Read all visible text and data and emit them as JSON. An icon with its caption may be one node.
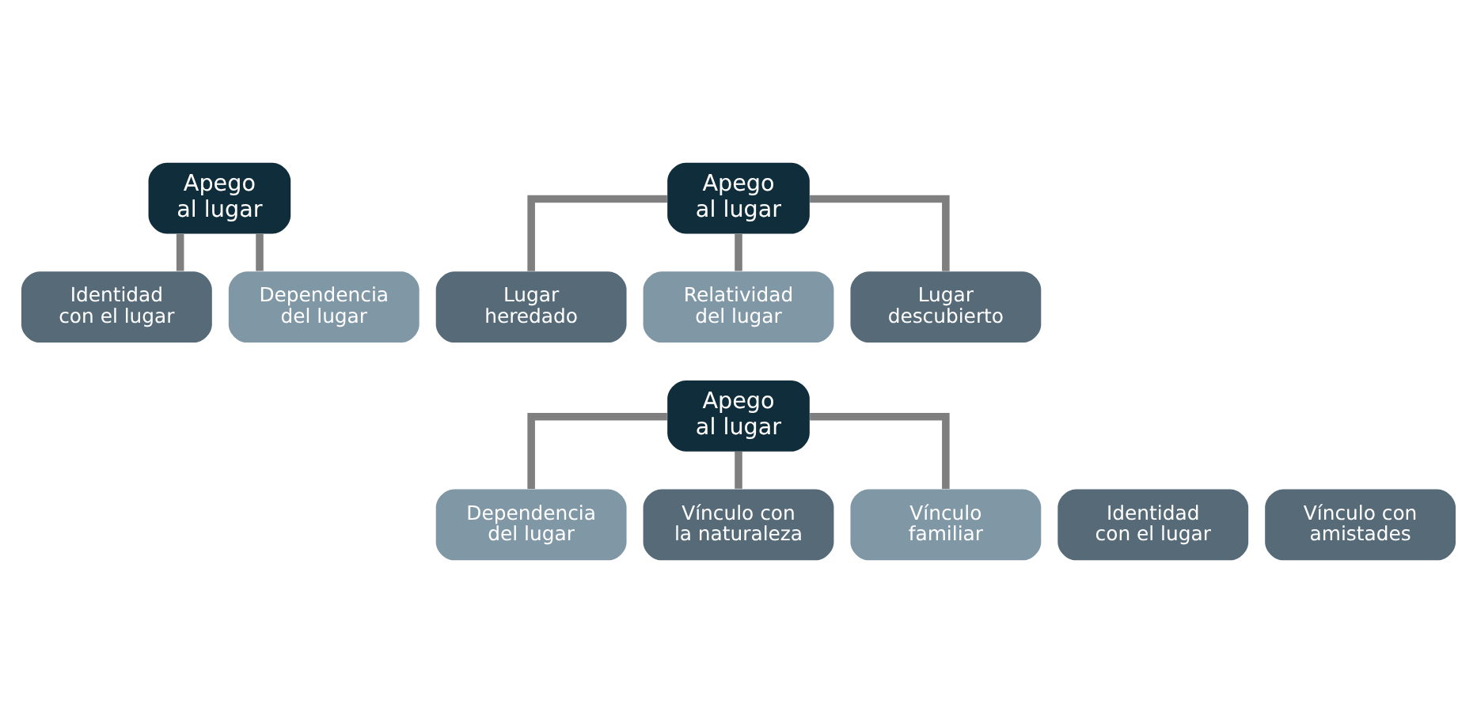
{
  "diagram": {
    "nodes": [
      {
        "text": [
          "Apego al lugar"
        ]
      },
      {
        "text": [
          "Identidad con el lugar"
        ]
      },
      {
        "text": [
          "Dependencia del lugar"
        ]
      },
      {
        "text": [
          "Apego al lugar"
        ]
      },
      {
        "text": [
          "Lugar heredado"
        ]
      },
      {
        "text": [
          "Relatividad del lugar"
        ]
      },
      {
        "text": [
          "Lugar descubierto"
        ]
      },
      {
        "text": [
          "Apego al lugar"
        ]
      },
      {
        "text": [
          "Identidad con el lugar"
        ]
      },
      {
        "text": [
          "Dependencia del lugar"
        ]
      },
      {
        "text": [
          "Vínculo con la naturaleza"
        ]
      },
      {
        "text": [
          "Vínculo familiar"
        ]
      },
      {
        "text": [
          "Vínculo con amistades"
        ]
      }
    ],
    "edges": [
      {
        "from": 0,
        "to": 1,
        "arrow": "none"
      },
      {
        "from": 0,
        "to": 2,
        "arrow": "none"
      },
      {
        "from": 3,
        "to": 4,
        "arrow": "none"
      },
      {
        "from": 3,
        "to": 5,
        "arrow": "none"
      },
      {
        "from": 3,
        "to": 6,
        "arrow": "none"
      },
      {
        "from": 7,
        "to": 9,
        "arrow": "none"
      },
      {
        "from": 7,
        "to": 10,
        "arrow": "none"
      },
      {
        "from": 7,
        "to": 11,
        "arrow": "none"
      }
    ]
  }
}
